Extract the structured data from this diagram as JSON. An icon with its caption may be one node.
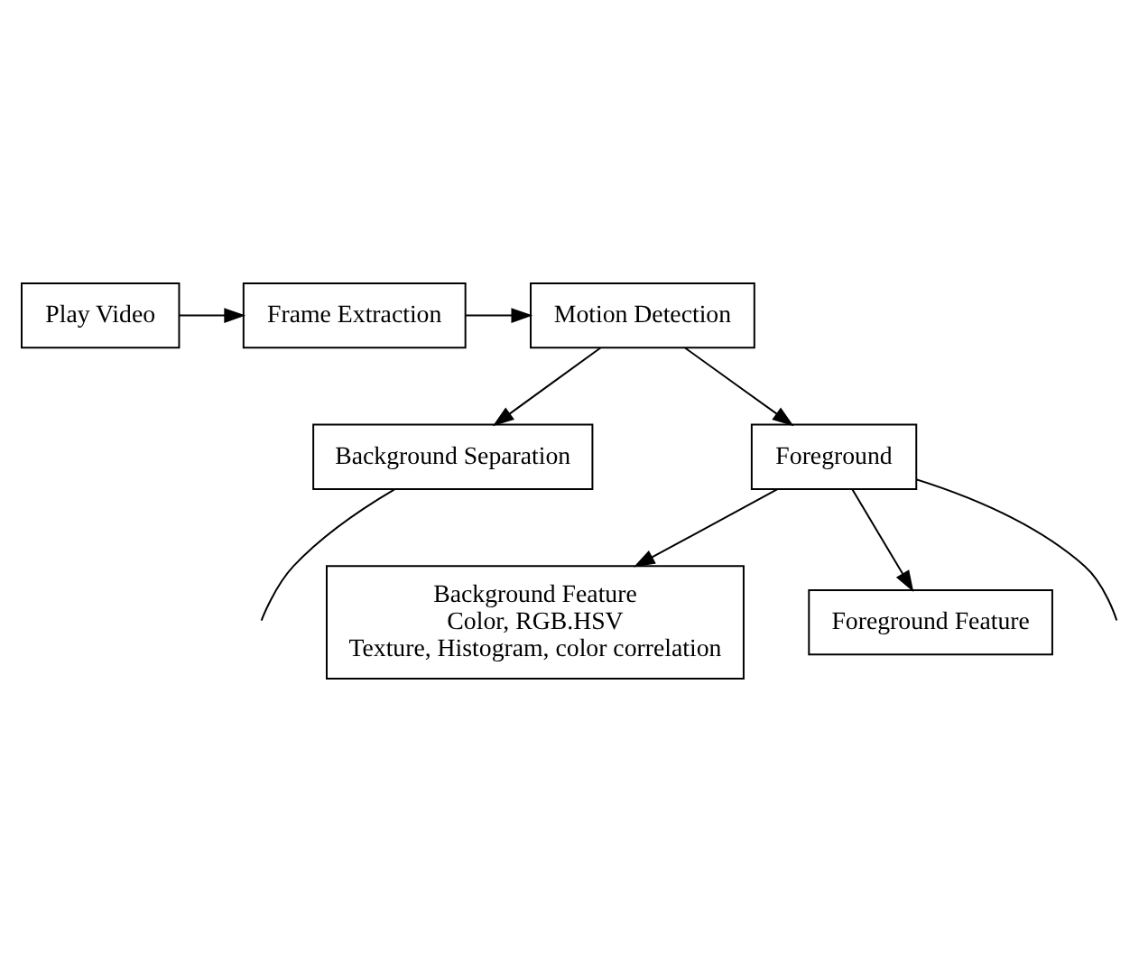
{
  "diagram": {
    "nodes": [
      {
        "text": [
          "Play Video"
        ]
      },
      {
        "text": [
          "Frame Extraction"
        ]
      },
      {
        "text": [
          "Motion Detection"
        ]
      },
      {
        "text": [
          "Background Separation"
        ]
      },
      {
        "text": [
          "Foreground"
        ]
      },
      {
        "text": [
          "Background Feature",
          "Color, RGB.HSV",
          "Texture, Histogram, color correlation"
        ]
      },
      {
        "text": [
          "Foreground Feature"
        ]
      }
    ],
    "edges": [
      {
        "from": 0,
        "to": 1,
        "arrow": "to"
      },
      {
        "from": 1,
        "to": 2,
        "arrow": "to"
      },
      {
        "from": 2,
        "to": 3,
        "arrow": "to"
      },
      {
        "from": 2,
        "to": 4,
        "arrow": "to"
      },
      {
        "from": 3,
        "to": null,
        "arrow": "none"
      },
      {
        "from": 4,
        "to": 5,
        "arrow": "to"
      },
      {
        "from": 4,
        "to": 6,
        "arrow": "to"
      },
      {
        "from": 4,
        "to": null,
        "arrow": "none"
      }
    ]
  }
}
